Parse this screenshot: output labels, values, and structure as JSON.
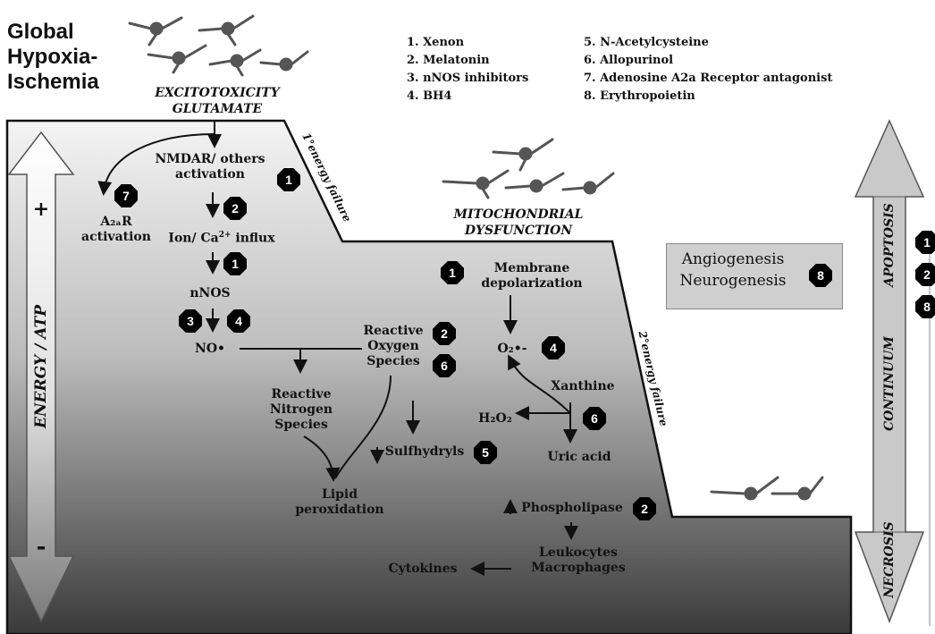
{
  "title": {
    "line1": "Global",
    "line2": "Hypoxia-",
    "line3": "Ischemia"
  },
  "headers": {
    "excitotoxicity": "EXCITOTOXICITY",
    "glutamate": "GLUTAMATE",
    "mitochondrial": "MITOCHONDRIAL",
    "dysfunction": "DYSFUNCTION",
    "primary_failure": "1°energy failure",
    "secondary_failure": "2°energy failure"
  },
  "legend": [
    "1. Xenon",
    "2. Melatonin",
    "3. nNOS inhibitors",
    "4. BH4",
    "5. N-Acetylcysteine",
    "6. Allopurinol",
    "7. Adenosine A2a Receptor antagonist",
    "8. Erythropoietin"
  ],
  "axis": {
    "energy_label": "ENERGY / ATP",
    "plus": "+",
    "minus": "-",
    "apoptosis": "APOPTOSIS",
    "continuum": "CONTINUUM",
    "necrosis": "NECROSIS"
  },
  "nodes": {
    "nmdar_1": "NMDAR/ others",
    "nmdar_2": "activation",
    "a2ar_1": "A₂ₐR",
    "a2ar_2": "activation",
    "ion_a": "Ion/ Ca",
    "ion_sup": "2+",
    "ion_b": " influx",
    "nnos": "nNOS",
    "no": "NO•",
    "ros_1": "Reactive",
    "ros_2": "Oxygen",
    "ros_3": "Species",
    "rns_1": "Reactive",
    "rns_2": "Nitrogen",
    "rns_3": "Species",
    "lipid_1": "Lipid",
    "lipid_2": "peroxidation",
    "sulf": "Sulfhydryls",
    "membrane_1": "Membrane",
    "membrane_2": "depolarization",
    "o2": "O₂•-",
    "xanthine": "Xanthine",
    "h2o2": "H₂O₂",
    "uric": "Uric acid",
    "phospho": "Phospholipase",
    "leuko_1": "Leukocytes",
    "leuko_2": "Macrophages",
    "cytokines": "Cytokines",
    "angio": "Angiogenesis",
    "neuro": "Neurogenesis"
  },
  "badges": {
    "b_nmdar": "1",
    "b_a2ar": "7",
    "b_ion": "2",
    "b_nnos1": "1",
    "b_nnos3": "3",
    "b_nnos4": "4",
    "b_ros2": "2",
    "b_ros6": "6",
    "b_sulf": "5",
    "b_membrane": "1",
    "b_o2": "4",
    "b_xan": "6",
    "b_phospho": "2",
    "b_box": "8",
    "b_right1": "1",
    "b_right2": "2",
    "b_right8": "8"
  },
  "colors": {
    "gradient_top": "#f0f0f0",
    "gradient_bottom": "#3f3f3f",
    "badge": "#000000",
    "box": "#cfcfcf"
  }
}
